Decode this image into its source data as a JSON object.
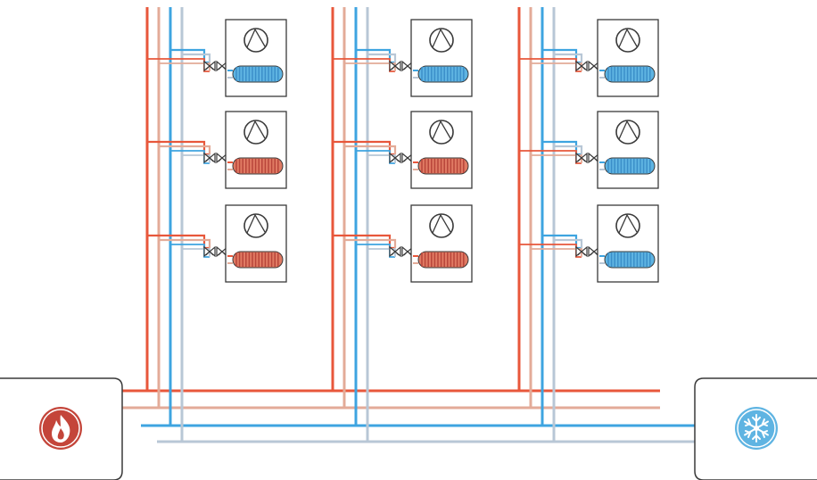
{
  "diagram": {
    "colors": {
      "hot_supply": "#e8573b",
      "hot_return": "#e3ab98",
      "cold_supply": "#3ea4e0",
      "cold_return": "#b8c7d6",
      "outline": "#3a3a3a",
      "heat_source_fill": "#c4453a",
      "cooling_source_fill": "#5fb4e2"
    },
    "plant": {
      "heat_source": {
        "icon": "flame-icon"
      },
      "cooling_source": {
        "icon": "snowflake-icon"
      }
    },
    "columns": [
      {
        "units": [
          {
            "coil_mode": "cooling"
          },
          {
            "coil_mode": "heating"
          },
          {
            "coil_mode": "heating"
          }
        ]
      },
      {
        "units": [
          {
            "coil_mode": "cooling"
          },
          {
            "coil_mode": "heating"
          },
          {
            "coil_mode": "heating"
          }
        ]
      },
      {
        "units": [
          {
            "coil_mode": "cooling"
          },
          {
            "coil_mode": "cooling"
          },
          {
            "coil_mode": "cooling"
          }
        ]
      }
    ]
  }
}
